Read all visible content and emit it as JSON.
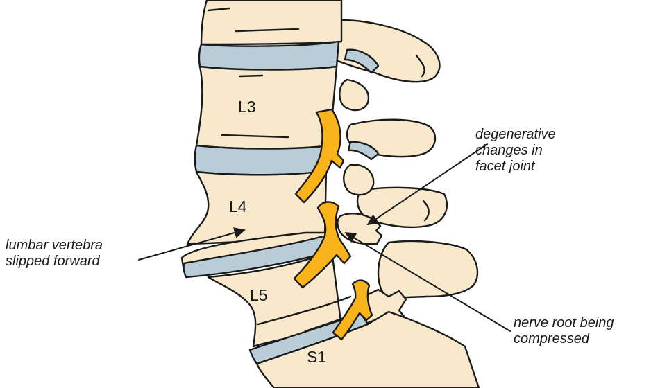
{
  "vertebrae": {
    "l3": "L3",
    "l4": "L4",
    "l5": "L5",
    "s1": "S1"
  },
  "annotations": {
    "facet_joint": [
      "degenerative",
      "changes in",
      "facet joint"
    ],
    "slipped_vertebra": [
      "lumbar vertebra",
      "slipped forward"
    ],
    "nerve_root": [
      "nerve root being",
      "compressed"
    ]
  },
  "colors": {
    "bone": "#f8e9cc",
    "disc": "#b9cdd8",
    "nerve": "#f9b31b",
    "outline": "#1a1a1a"
  }
}
